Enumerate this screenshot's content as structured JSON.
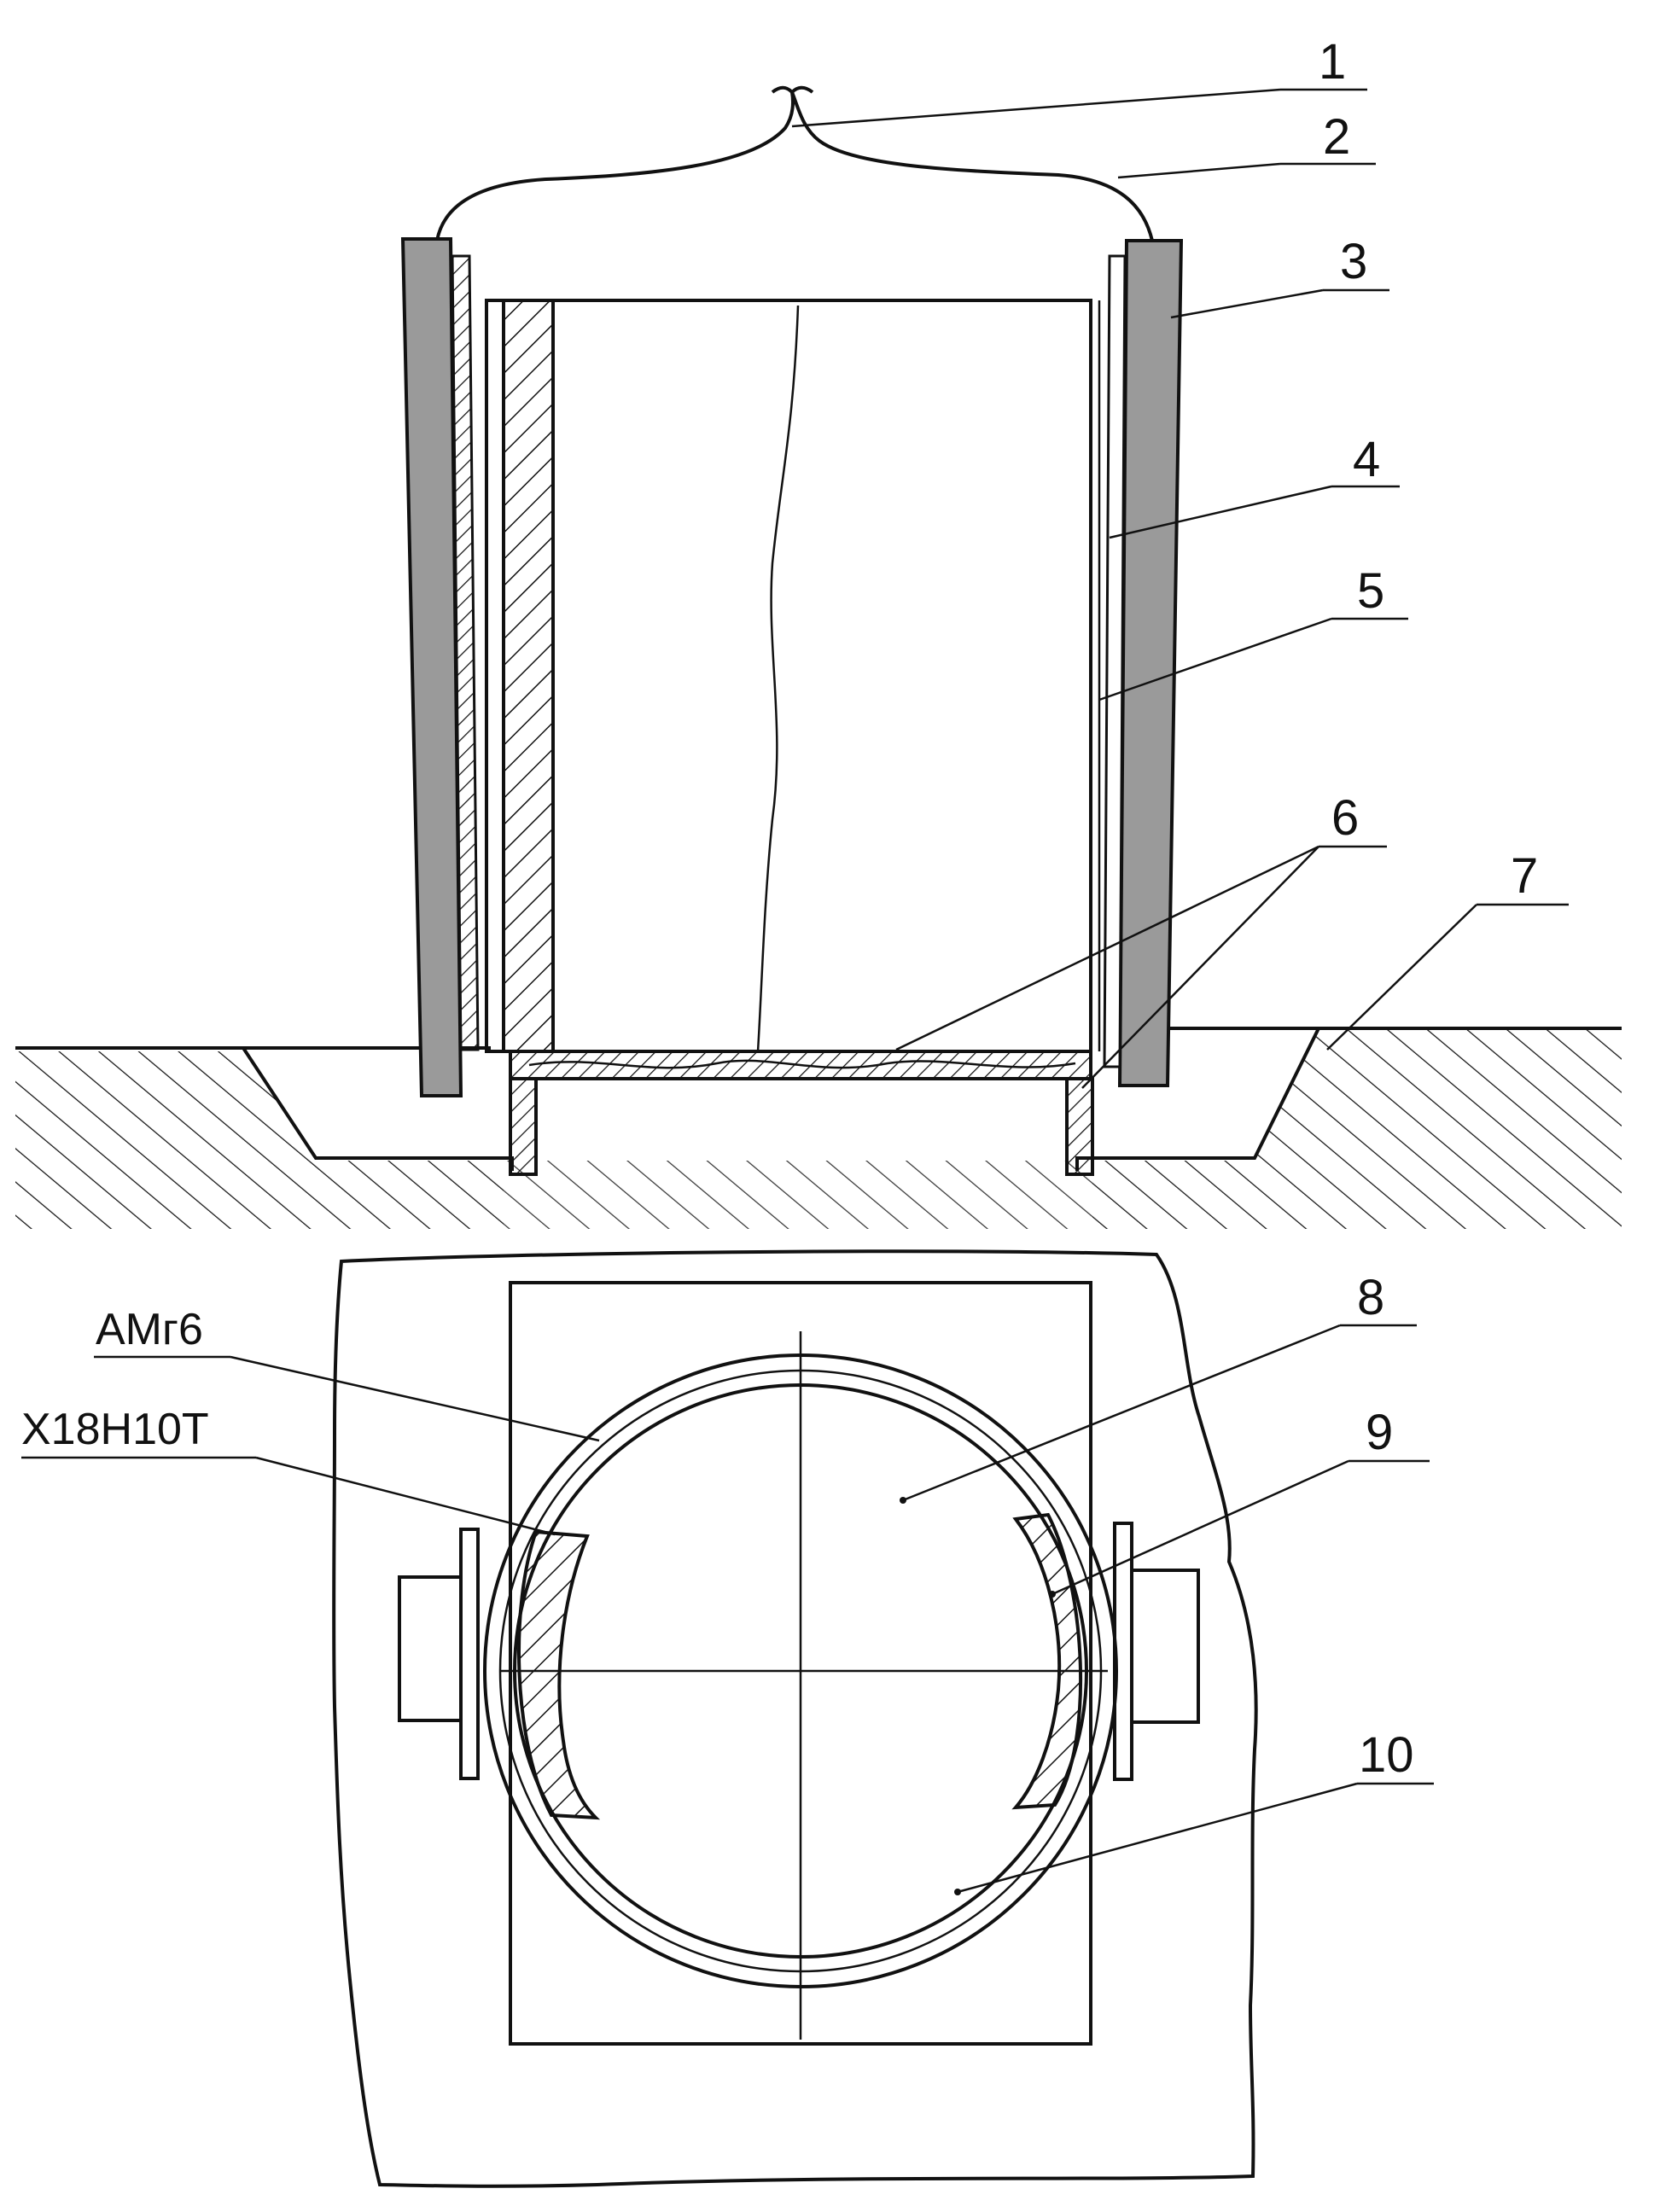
{
  "callouts": {
    "c1": "1",
    "c2": "2",
    "c3": "3",
    "c4": "4",
    "c5": "5",
    "c6": "6",
    "c7": "7",
    "c8": "8",
    "c9": "9",
    "c10": "10"
  },
  "materials": {
    "amg6": "АМг6",
    "x18h10t": "Х18Н10Т"
  },
  "colors": {
    "ink": "#111111",
    "electrode_plate": "#9a9a9a",
    "background": "#ffffff"
  }
}
